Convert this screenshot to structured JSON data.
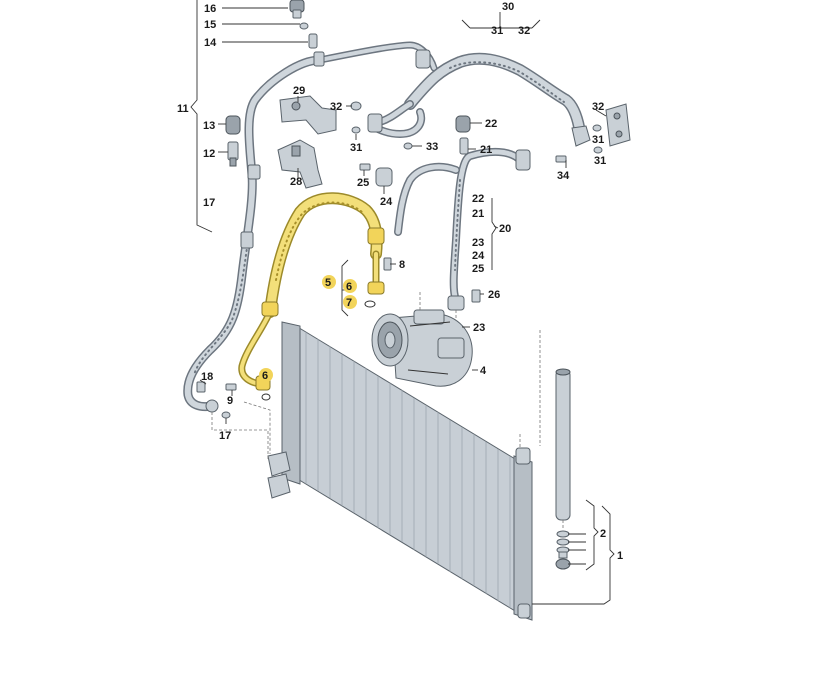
{
  "diagram": {
    "callouts": [
      {
        "id": "c16",
        "text": "16",
        "highlight": false
      },
      {
        "id": "c15",
        "text": "15",
        "highlight": false
      },
      {
        "id": "c14",
        "text": "14",
        "highlight": false
      },
      {
        "id": "c11",
        "text": "11",
        "highlight": false
      },
      {
        "id": "c13",
        "text": "13",
        "highlight": false
      },
      {
        "id": "c12",
        "text": "12",
        "highlight": false
      },
      {
        "id": "c17a",
        "text": "17",
        "highlight": false
      },
      {
        "id": "c29",
        "text": "29",
        "highlight": false
      },
      {
        "id": "c28",
        "text": "28",
        "highlight": false
      },
      {
        "id": "c30",
        "text": "30",
        "highlight": false
      },
      {
        "id": "c31a",
        "text": "31",
        "highlight": false
      },
      {
        "id": "c32a",
        "text": "32",
        "highlight": false
      },
      {
        "id": "c32b",
        "text": "32",
        "highlight": false
      },
      {
        "id": "c31b",
        "text": "31",
        "highlight": false
      },
      {
        "id": "c25",
        "text": "25",
        "highlight": false
      },
      {
        "id": "c33",
        "text": "33",
        "highlight": false
      },
      {
        "id": "c24",
        "text": "24",
        "highlight": false
      },
      {
        "id": "c22a",
        "text": "22",
        "highlight": false
      },
      {
        "id": "c21a",
        "text": "21",
        "highlight": false
      },
      {
        "id": "c32c",
        "text": "32",
        "highlight": false
      },
      {
        "id": "c31c",
        "text": "31",
        "highlight": false
      },
      {
        "id": "c31d",
        "text": "31",
        "highlight": false
      },
      {
        "id": "c34",
        "text": "34",
        "highlight": false
      },
      {
        "id": "c22b",
        "text": "22",
        "highlight": false
      },
      {
        "id": "c21b",
        "text": "21",
        "highlight": false
      },
      {
        "id": "c20",
        "text": "20",
        "highlight": false
      },
      {
        "id": "c23a",
        "text": "23",
        "highlight": false
      },
      {
        "id": "c24b",
        "text": "24",
        "highlight": false
      },
      {
        "id": "c25b",
        "text": "25",
        "highlight": false
      },
      {
        "id": "c8",
        "text": "8",
        "highlight": false
      },
      {
        "id": "c5",
        "text": "5",
        "highlight": true
      },
      {
        "id": "c6a",
        "text": "6",
        "highlight": true
      },
      {
        "id": "c7",
        "text": "7",
        "highlight": true
      },
      {
        "id": "c26",
        "text": "26",
        "highlight": false
      },
      {
        "id": "c23b",
        "text": "23",
        "highlight": false
      },
      {
        "id": "c4",
        "text": "4",
        "highlight": false
      },
      {
        "id": "c18",
        "text": "18",
        "highlight": false
      },
      {
        "id": "c9",
        "text": "9",
        "highlight": false
      },
      {
        "id": "c6b",
        "text": "6",
        "highlight": true
      },
      {
        "id": "c17b",
        "text": "17",
        "highlight": false
      },
      {
        "id": "c2",
        "text": "2",
        "highlight": false
      },
      {
        "id": "c1",
        "text": "1",
        "highlight": false
      }
    ],
    "colors": {
      "highlight_fill": "#f2d45a",
      "highlight_pipe": "#e8cc55",
      "part_gray": "#c9d0d6",
      "outline": "#5a636b"
    }
  }
}
